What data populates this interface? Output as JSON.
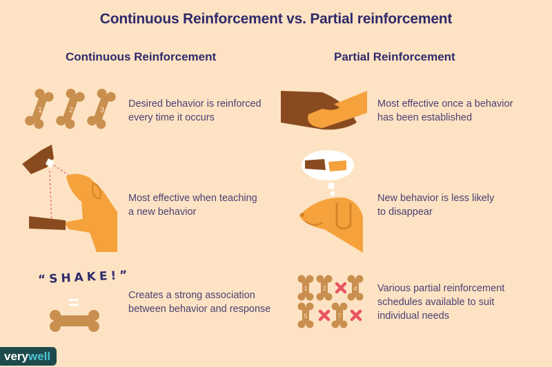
{
  "title": "Continuous Reinforcement vs. Partial reinforcement",
  "columns": {
    "continuous": {
      "heading": "Continuous Reinforcement",
      "items": [
        {
          "text": "Desired behavior is reinforced every time it occurs",
          "line1": "Desired behavior is reinforced",
          "line2": "every time it occurs",
          "icon": "three-numbered-bones",
          "bone_labels": [
            "1",
            "2",
            "3"
          ]
        },
        {
          "text": "Most effective when teaching a new behavior",
          "line1": "Most effective when teaching",
          "line2": "a new behavior",
          "icon": "dog-shaking-hand-treat"
        },
        {
          "text": "Creates a strong association between behavior and response",
          "line1": "Creates a strong association",
          "line2": "between behavior and response",
          "icon": "shake-equals-bone",
          "shake_label": "“SHAKE!”"
        }
      ]
    },
    "partial": {
      "heading": "Partial Reinforcement",
      "items": [
        {
          "text": "Most effective once a behavior has been established",
          "line1": "Most effective once a behavior",
          "line2": "has been established",
          "icon": "hand-holding-paw"
        },
        {
          "text": "New behavior is less likely to disappear",
          "line1": "New behavior is less likely",
          "line2": "to disappear",
          "icon": "dog-thinking-of-handshake"
        },
        {
          "text": "Various partial reinforcement schedules available to suit individual needs",
          "line1": "Various partial reinforcement",
          "line2": "schedules available to suit",
          "line3": "individual needs",
          "icon": "bone-schedule-with-x-marks",
          "bone_labels": [
            "1",
            "2",
            "4",
            "5",
            "7"
          ]
        }
      ]
    }
  },
  "logo": {
    "part1": "very",
    "part2": "well"
  },
  "colors": {
    "background": "#fde3c3",
    "heading": "#2f2a6b",
    "text": "#4b3f74",
    "bone": "#c98f4f",
    "dog": "#f5a23d",
    "hand_dark": "#8a4a1f",
    "x_mark": "#e8555f",
    "logo_bg": "#1d4a4c",
    "logo_accent": "#4bc4d6"
  }
}
